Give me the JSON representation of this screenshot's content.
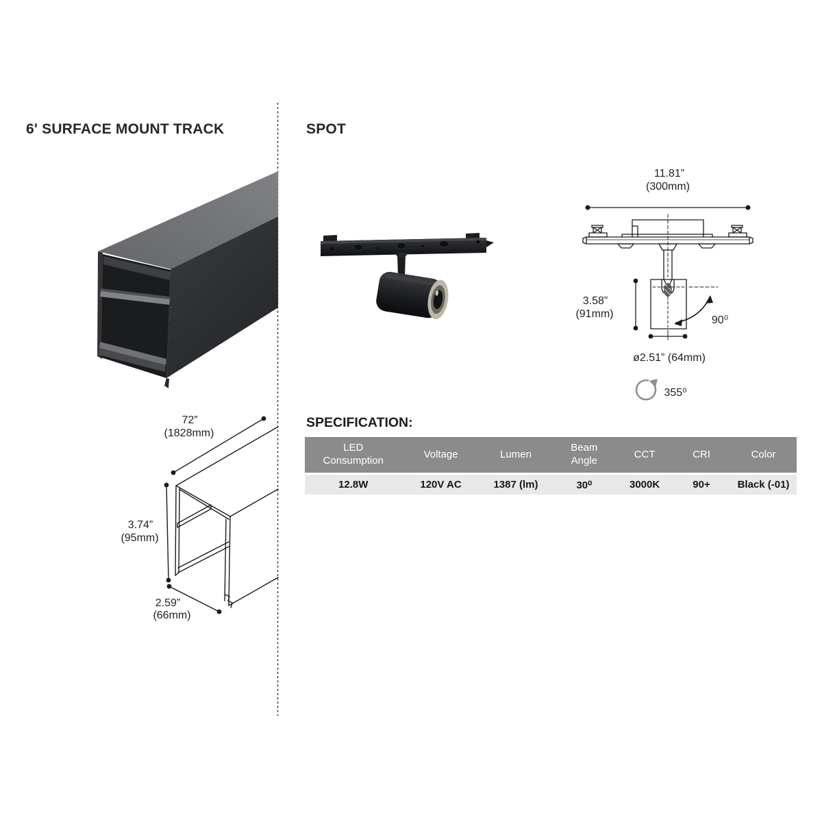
{
  "left_panel": {
    "title": "6' SURFACE MOUNT TRACK",
    "length_in": "72”",
    "length_mm": "(1828mm)",
    "height_in": "3.74”",
    "height_mm": "(95mm)",
    "width_in": "2.59”",
    "width_mm": "(66mm)"
  },
  "right_panel": {
    "title": "SPOT",
    "track_length_in": "11.81”",
    "track_length_mm": "(300mm)",
    "head_height_in": "3.58”",
    "head_height_mm": "(91mm)",
    "head_diameter": "ø2.51” (64mm)",
    "tilt_angle": "90⁰",
    "rotation_angle": "355⁰"
  },
  "specification": {
    "title": "SPECIFICATION:",
    "columns": [
      "LED Consumption",
      "Voltage",
      "Lumen",
      "Beam Angle",
      "CCT",
      "CRI",
      "Color"
    ],
    "values": [
      "12.8W",
      "120V AC",
      "1387 (lm)",
      "30⁰",
      "3000K",
      "90+",
      "Black (-01)"
    ]
  },
  "colors": {
    "table_header_bg": "#8b8b8b",
    "table_row_bg": "#e8e8e8",
    "table_header_text": "#ffffff",
    "drawing_line": "#1a1a1a",
    "product_black": "#26282b"
  }
}
